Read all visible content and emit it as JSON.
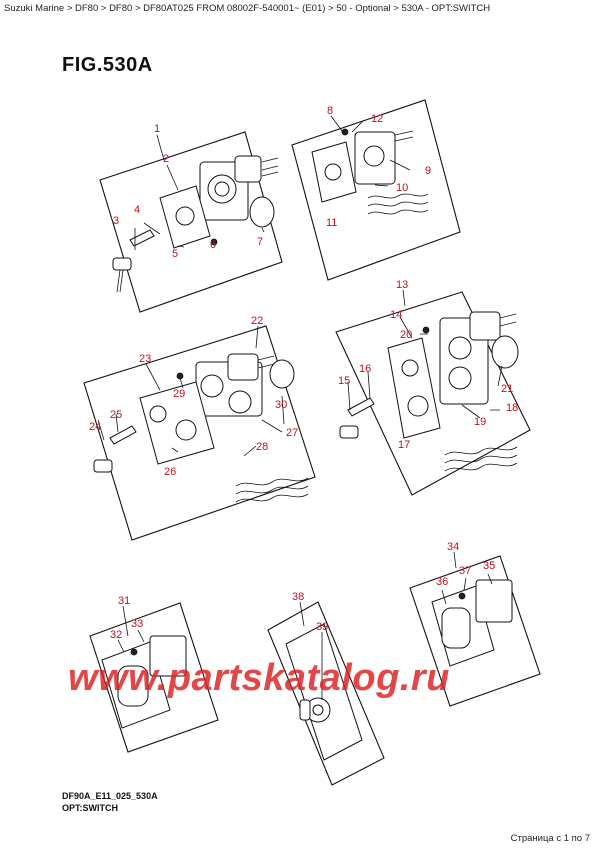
{
  "breadcrumb": "Suzuki Marine > DF80 > DF80 > DF80AT025 FROM 08002F-540001~ (E01) > 50 - Optional > 530A - OPT:SWITCH",
  "figure": {
    "title": "FIG.530A",
    "code": "DF90A_E11_025_530A",
    "subtitle": "OPT:SWITCH"
  },
  "callouts": {
    "c1": "1",
    "c2": "2",
    "c3": "3",
    "c4": "4",
    "c5": "5",
    "c6": "6",
    "c7": "7",
    "c8": "8",
    "c9": "9",
    "c10": "10",
    "c11": "11",
    "c12": "12",
    "c13": "13",
    "c14": "14",
    "c15": "15",
    "c16": "16",
    "c17": "17",
    "c18": "18",
    "c19": "19",
    "c20": "20",
    "c21": "21",
    "c22": "22",
    "c23": "23",
    "c24": "24",
    "c25": "25",
    "c26": "26",
    "c27": "27",
    "c28": "28",
    "c29": "29",
    "c30": "30",
    "c31": "31",
    "c32": "32",
    "c33": "33",
    "c34": "34",
    "c35": "35",
    "c36": "36",
    "c37": "37",
    "c38": "38",
    "c39": "39"
  },
  "colors": {
    "callout": "#c0101c",
    "line": "#111111",
    "watermark": "#dc1e1e"
  },
  "watermark": "www.partskatalog.ru",
  "pager": "Страница с 1 по 7"
}
